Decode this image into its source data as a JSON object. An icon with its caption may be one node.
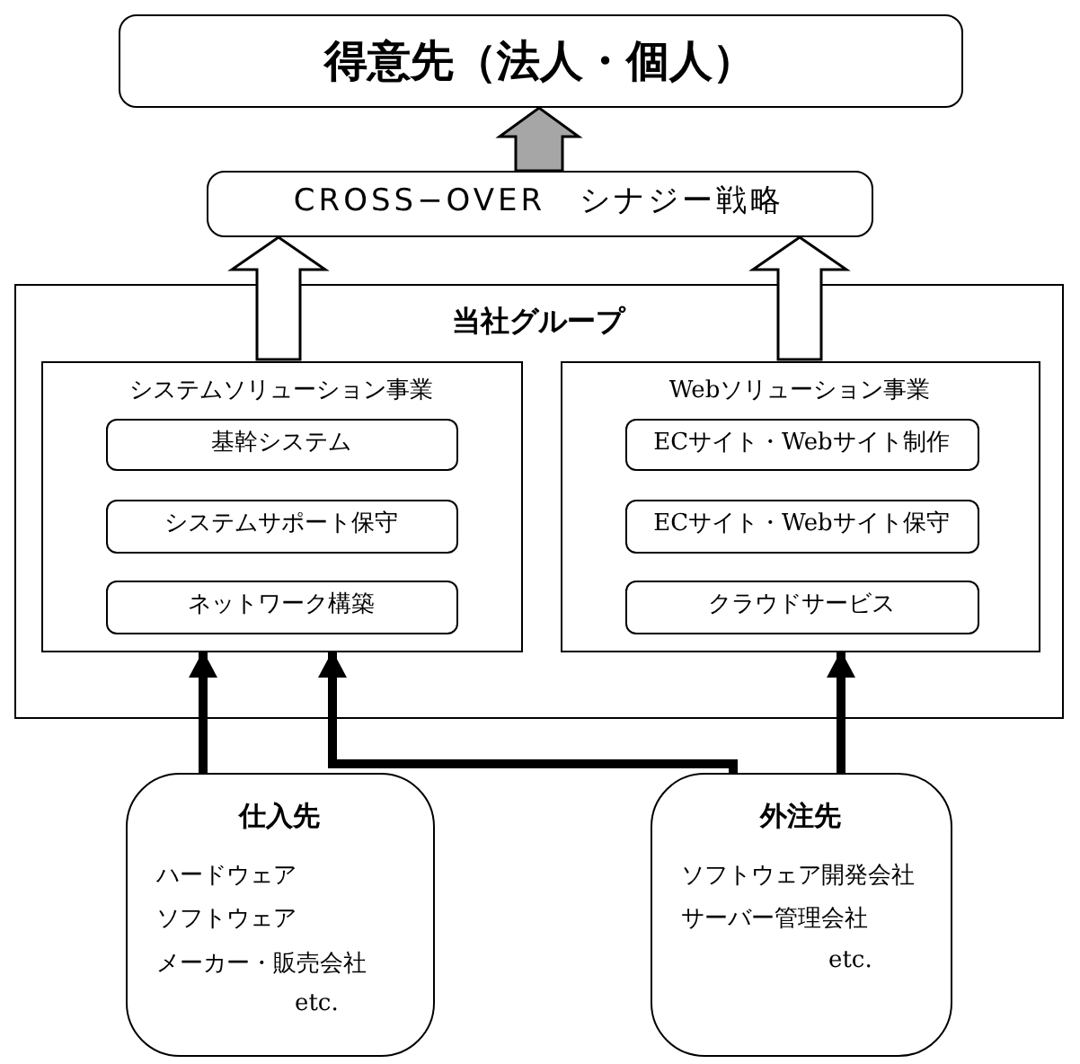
{
  "diagram": {
    "nodes": [
      {
        "text": [
          "得意先（法人・個人）"
        ]
      },
      {
        "text": [
          "CROSS−OVER　シナジー戦略"
        ]
      },
      {
        "text": [
          "当社グループ"
        ]
      },
      {
        "text": [
          "システムソリューション事業"
        ],
        "in": 2
      },
      {
        "text": [
          "基幹システム"
        ],
        "in": 3
      },
      {
        "text": [
          "システムサポート保守"
        ],
        "in": 3
      },
      {
        "text": [
          "ネットワーク構築"
        ],
        "in": 3
      },
      {
        "text": [
          "Webソリューション事業"
        ],
        "in": 2
      },
      {
        "text": [
          "ECサイト・Webサイト制作"
        ],
        "in": 7
      },
      {
        "text": [
          "ECサイト・Webサイト保守"
        ],
        "in": 7
      },
      {
        "text": [
          "クラウドサービス"
        ],
        "in": 7
      },
      {
        "text": [
          "仕入先",
          "ハードウェア",
          "ソフトウェア",
          "メーカー・販売会社",
          "etc."
        ]
      },
      {
        "text": [
          "外注先",
          "ソフトウェア開発会社",
          "サーバー管理会社",
          "etc."
        ]
      }
    ],
    "edges": [
      {
        "from": 1,
        "to": 0,
        "arrow": "to",
        "style": "thick",
        "color": "#a6a6a6"
      },
      {
        "from": 3,
        "to": 1,
        "arrow": "to",
        "style": "thick",
        "color": "#ffffff"
      },
      {
        "from": 7,
        "to": 1,
        "arrow": "to",
        "style": "thick",
        "color": "#ffffff"
      },
      {
        "from": 11,
        "to": 3,
        "arrow": "to"
      },
      {
        "from": 12,
        "to": 3,
        "arrow": "to"
      },
      {
        "from": 12,
        "to": 7,
        "arrow": "to"
      }
    ]
  }
}
